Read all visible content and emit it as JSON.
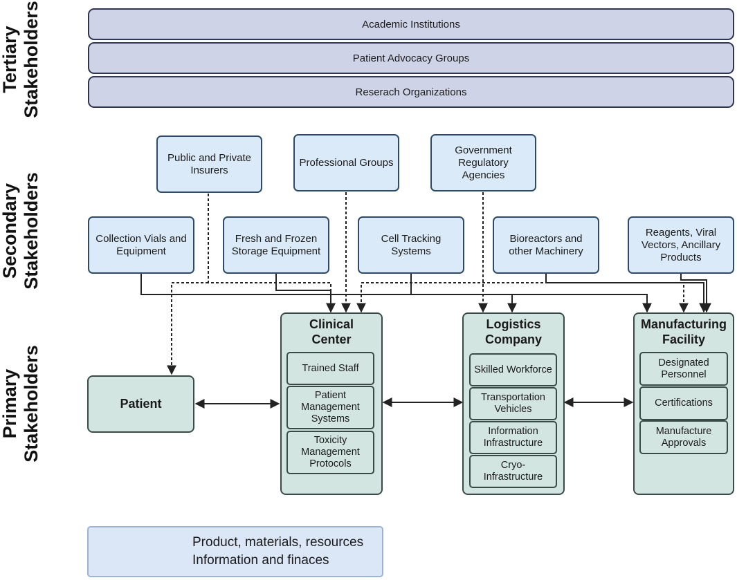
{
  "levels": {
    "tertiary": [
      "Tertiary",
      "Stakeholders"
    ],
    "secondary": [
      "Secondary",
      "Stakeholders"
    ],
    "primary": [
      "Primary",
      "Stakeholders"
    ]
  },
  "tertiary": [
    "Academic Institutions",
    "Patient Advocacy Groups",
    "Reserach Organizations"
  ],
  "secondary_top": [
    "Public and Private Insurers",
    "Professional Groups",
    "Government Regulatory Agencies"
  ],
  "secondary_bottom": [
    "Collection Vials and Equipment",
    "Fresh and Frozen Storage Equipment",
    "Cell Tracking Systems",
    "Bioreactors and other Machinery",
    "Reagents, Viral Vectors, Ancillary Products"
  ],
  "primary": {
    "patient": "Patient",
    "clinical": {
      "title": "Clinical Center",
      "items": [
        "Trained Staff",
        "Patient Management Systems",
        "Toxicity Management Protocols"
      ]
    },
    "logistics": {
      "title": "Logistics Company",
      "items": [
        "Skilled Workforce",
        "Transportation Vehicles",
        "Information Infrastructure",
        "Cryo-Infrastructure"
      ]
    },
    "manufacturing": {
      "title": "Manufacturing Facility",
      "items": [
        "Designated Personnel",
        "Certifications",
        "Manufacture Approvals"
      ]
    }
  },
  "legend": {
    "solid": "Product, materials, resources",
    "dashed": "Information and finaces"
  }
}
